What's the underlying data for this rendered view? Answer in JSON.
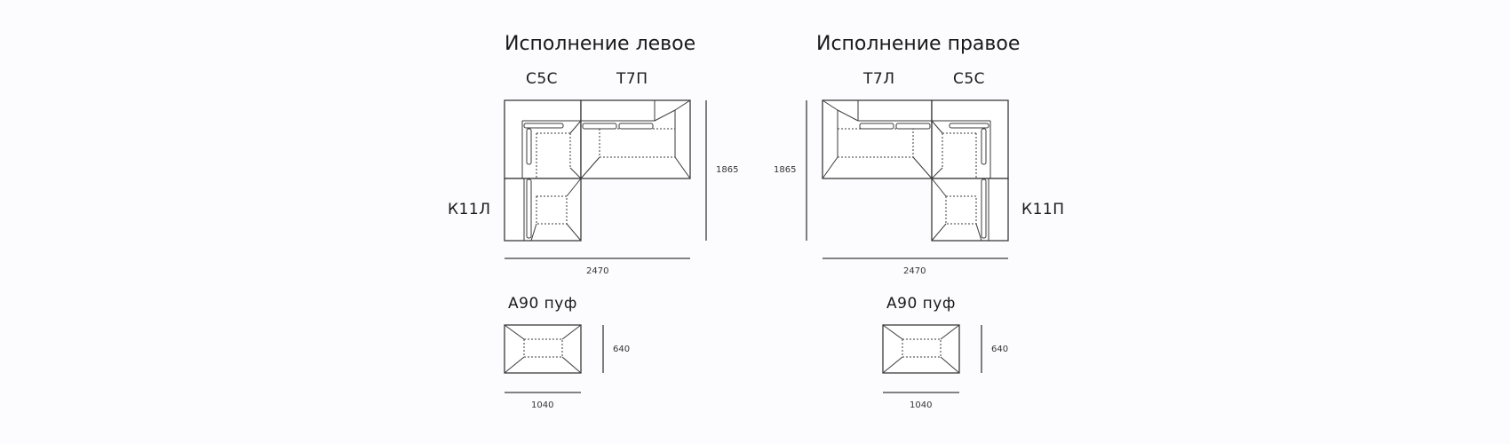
{
  "left": {
    "title": "Исполнение левое",
    "modules": {
      "c5c": "С5С",
      "t7": "Т7П",
      "k11": "К11Л"
    },
    "dims": {
      "height": "1865",
      "width": "2470"
    },
    "pouf": {
      "title": "А90 пуф",
      "height": "640",
      "width": "1040"
    }
  },
  "right": {
    "title": "Исполнение правое",
    "modules": {
      "c5c": "С5С",
      "t7": "Т7Л",
      "k11": "К11П"
    },
    "dims": {
      "height": "1865",
      "width": "2470"
    },
    "pouf": {
      "title": "А90 пуф",
      "height": "640",
      "width": "1040"
    }
  },
  "colors": {
    "line": "#3a3a3a",
    "background": "#fcfcfe"
  }
}
